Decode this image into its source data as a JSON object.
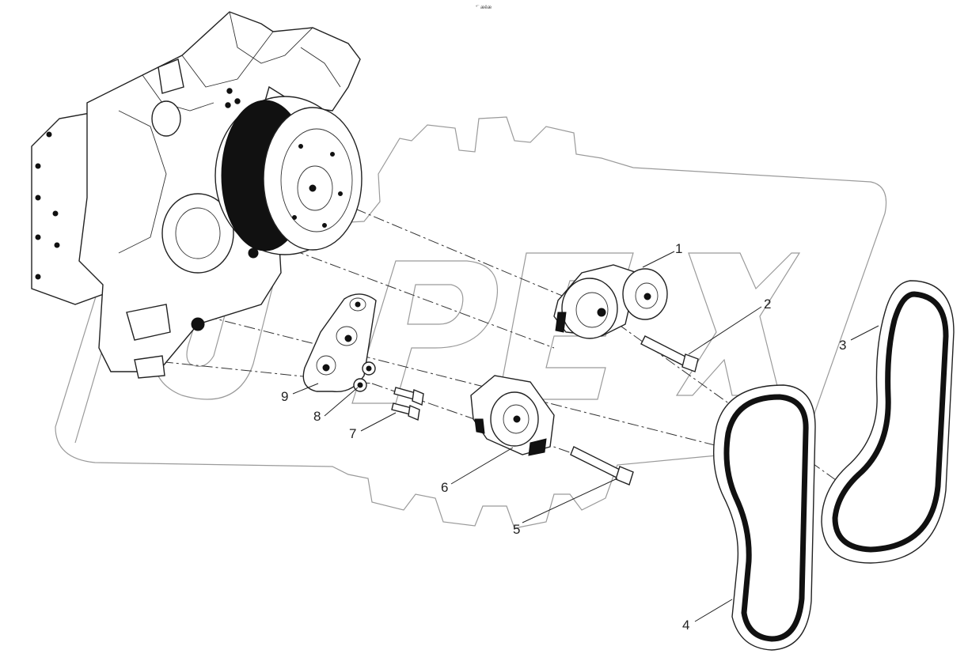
{
  "header": {
    "label": "°¨ æêæ"
  },
  "watermark": {
    "text": "OPEX"
  },
  "callouts": [
    "1",
    "2",
    "3",
    "4",
    "5",
    "6",
    "7",
    "8",
    "9"
  ],
  "colors": {
    "line": "#222222",
    "watermark": "#9a9a9a",
    "background": "#ffffff"
  }
}
